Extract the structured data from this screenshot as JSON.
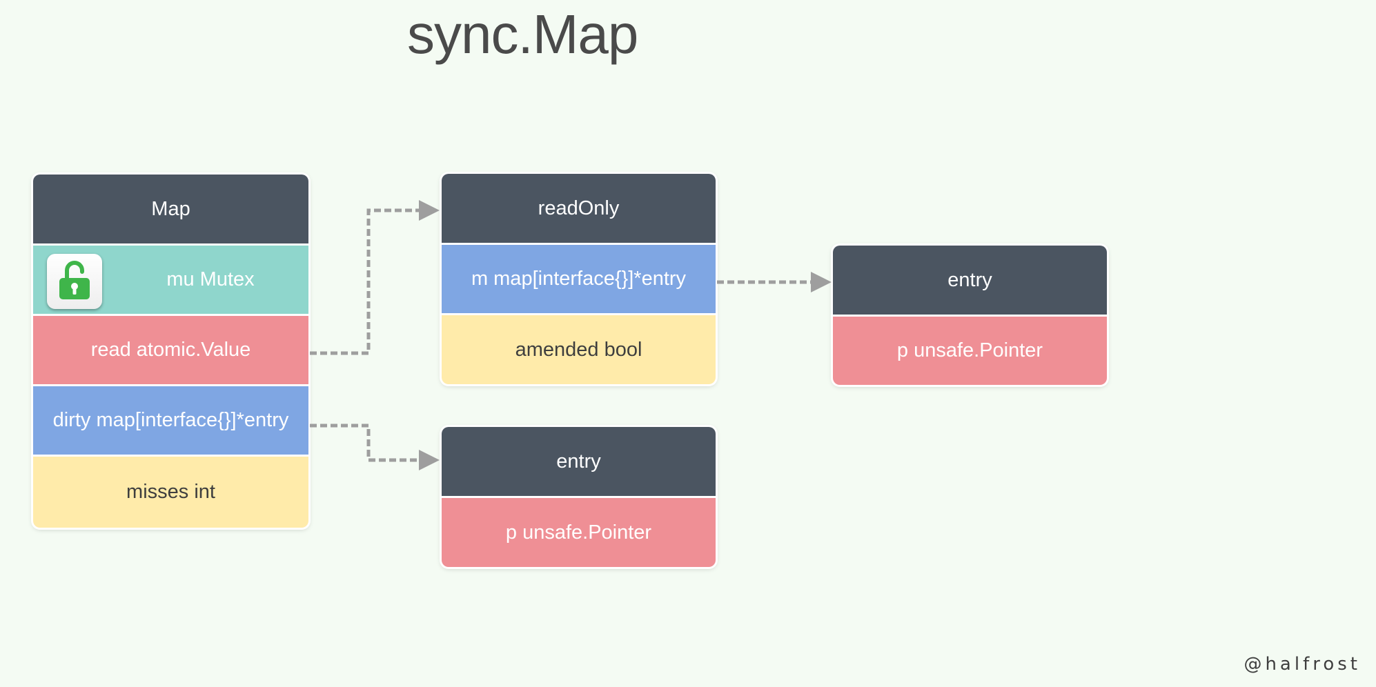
{
  "title": "sync.Map",
  "map_struct": {
    "header": "Map",
    "fields": {
      "mu": "mu Mutex",
      "read": "read atomic.Value",
      "dirty": "dirty map[interface{}]*entry",
      "misses": "misses int"
    },
    "lock_icon": "unlocked-padlock-icon"
  },
  "readonly_struct": {
    "header": "readOnly",
    "fields": {
      "m": "m map[interface{}]*entry",
      "amended": "amended bool"
    }
  },
  "entry_from_readonly": {
    "header": "entry",
    "fields": {
      "p": "p unsafe.Pointer"
    }
  },
  "entry_from_dirty": {
    "header": "entry",
    "fields": {
      "p": "p unsafe.Pointer"
    }
  },
  "watermark": "@halfrost",
  "colors": {
    "background": "#f4fbf3",
    "header": "#4b5561",
    "mutex": "#8fd6cc",
    "pointer_field": "#ef8f95",
    "map_field": "#7fa6e3",
    "scalar_field": "#ffebaa",
    "arrow": "#9e9e9e",
    "lock_green": "#3fb54a"
  }
}
